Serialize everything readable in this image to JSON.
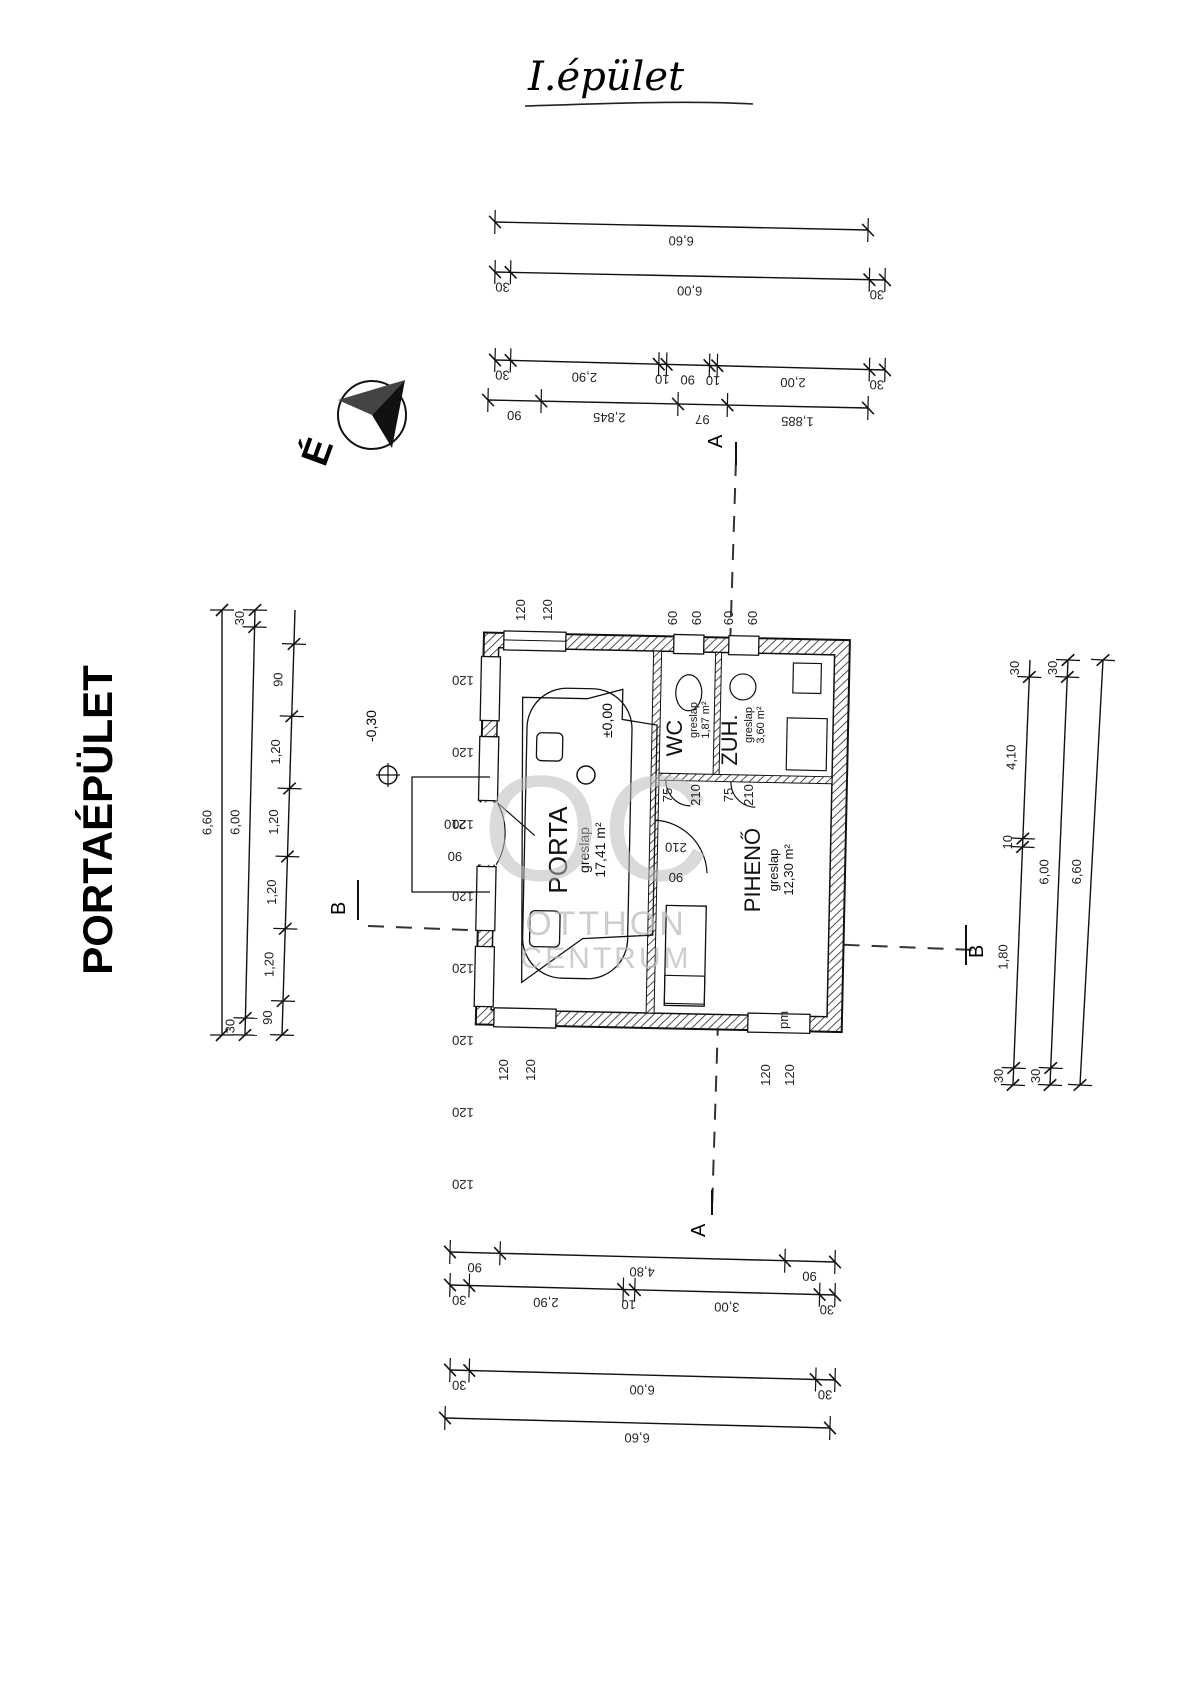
{
  "header": {
    "handwritten_title": "I.épület"
  },
  "building_label": "PORTAÉPÜLET",
  "compass": {
    "letter": "É"
  },
  "levels": {
    "outside": "-0,30",
    "inside": "±0,00"
  },
  "section_marks": {
    "a": "A",
    "b": "B"
  },
  "watermark": {
    "logo": "OC",
    "line1": "OTTHON",
    "line2": "CENTRUM"
  },
  "rooms": {
    "porta": {
      "name": "PORTA",
      "floor": "greslap",
      "area": "17,41 m²"
    },
    "wc": {
      "name": "WC",
      "floor": "greslap",
      "area": "1,87 m²"
    },
    "zuh": {
      "name": "ZUH.",
      "floor": "greslap",
      "area": "3,60 m²"
    },
    "piheno": {
      "name": "PIHENŐ",
      "floor": "greslap",
      "area": "12,30 m²"
    }
  },
  "dims": {
    "top": {
      "row1": [
        "6,60"
      ],
      "row2": [
        "30",
        "6,00",
        "30"
      ],
      "row3": [
        "30",
        "2,90",
        "10",
        "90",
        "10",
        "2,00",
        "30"
      ],
      "row4": [
        "90",
        "2,845",
        "97",
        "1,885"
      ]
    },
    "bottom": {
      "row1": [
        "90",
        "4,80",
        "90"
      ],
      "row2": [
        "30",
        "2,90",
        "10",
        "3,00",
        "30"
      ],
      "row3": [
        "30",
        "6,00",
        "30"
      ],
      "row4": [
        "6,60"
      ]
    },
    "left": {
      "row1": [
        "6,60"
      ],
      "row2": [
        "30",
        "6,00",
        "30"
      ],
      "row3": [
        "90",
        "1,20",
        "1,20",
        "1,20",
        "1,20",
        "90"
      ]
    },
    "right": {
      "row1": [
        "6,60"
      ],
      "row2": [
        "30",
        "6,00",
        "30"
      ],
      "row3": [
        "30",
        "1,80",
        "10",
        "4,10",
        "30"
      ]
    },
    "openings": {
      "window_top": [
        "120",
        "120"
      ],
      "window_wc": [
        "60",
        "60"
      ],
      "window_zuh": [
        "60",
        "60"
      ],
      "window_bottom_left": [
        "120",
        "120"
      ],
      "window_bottom_right": [
        "120",
        "120"
      ],
      "window_left": [
        "120",
        "120",
        "120",
        "120",
        "120",
        "120",
        "120",
        "120"
      ],
      "door_entry": [
        "210",
        "90"
      ],
      "door_inner": [
        "210",
        "90"
      ],
      "door_wc": [
        "75",
        "210"
      ],
      "door_zuh": [
        "75",
        "210"
      ],
      "parapet": [
        "pm"
      ]
    }
  }
}
